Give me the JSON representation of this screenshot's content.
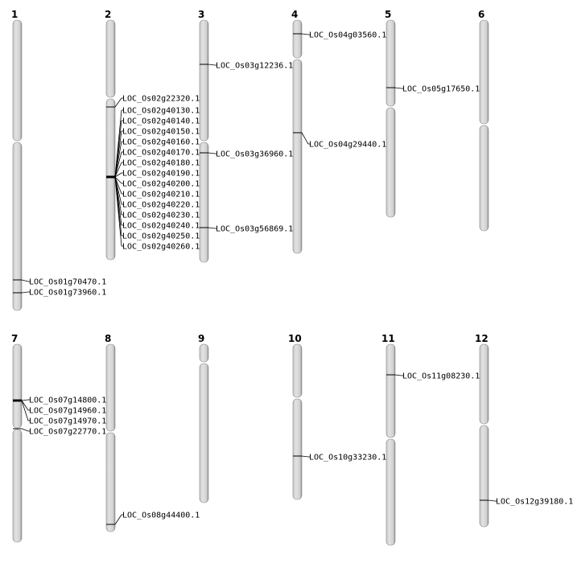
{
  "chromosomes": [
    {
      "label": "1",
      "genes": [
        "LOC_Os01g70470.1",
        "LOC_Os01g73960.1"
      ]
    },
    {
      "label": "2",
      "genes": [
        "LOC_Os02g22320.1",
        "LOC_Os02g40130.1",
        "LOC_Os02g40140.1",
        "LOC_Os02g40150.1",
        "LOC_Os02g40160.1",
        "LOC_Os02g40170.1",
        "LOC_Os02g40180.1",
        "LOC_Os02g40190.1",
        "LOC_Os02g40200.1",
        "LOC_Os02g40210.1",
        "LOC_Os02g40220.1",
        "LOC_Os02g40230.1",
        "LOC_Os02g40240.1",
        "LOC_Os02g40250.1",
        "LOC_Os02g40260.1"
      ]
    },
    {
      "label": "3",
      "genes": [
        "LOC_Os03g12236.1",
        "LOC_Os03g36960.1",
        "LOC_Os03g56869.1"
      ]
    },
    {
      "label": "4",
      "genes": [
        "LOC_Os04g03560.1",
        "LOC_Os04g29440.1"
      ]
    },
    {
      "label": "5",
      "genes": [
        "LOC_Os05g17650.1"
      ]
    },
    {
      "label": "6",
      "genes": []
    },
    {
      "label": "7",
      "genes": [
        "LOC_Os07g14800.1",
        "LOC_Os07g14960.1",
        "LOC_Os07g14970.1",
        "LOC_Os07g22770.1"
      ]
    },
    {
      "label": "8",
      "genes": [
        "LOC_Os08g44400.1"
      ]
    },
    {
      "label": "9",
      "genes": []
    },
    {
      "label": "10",
      "genes": [
        "LOC_Os10g33230.1"
      ]
    },
    {
      "label": "11",
      "genes": [
        "LOC_Os11g08230.1"
      ]
    },
    {
      "label": "12",
      "genes": [
        "LOC_Os12g39180.1"
      ]
    }
  ],
  "colors": {
    "chromosome": "#d4d4d4",
    "chromosome_edge": "#888888",
    "marker": "#000000"
  }
}
